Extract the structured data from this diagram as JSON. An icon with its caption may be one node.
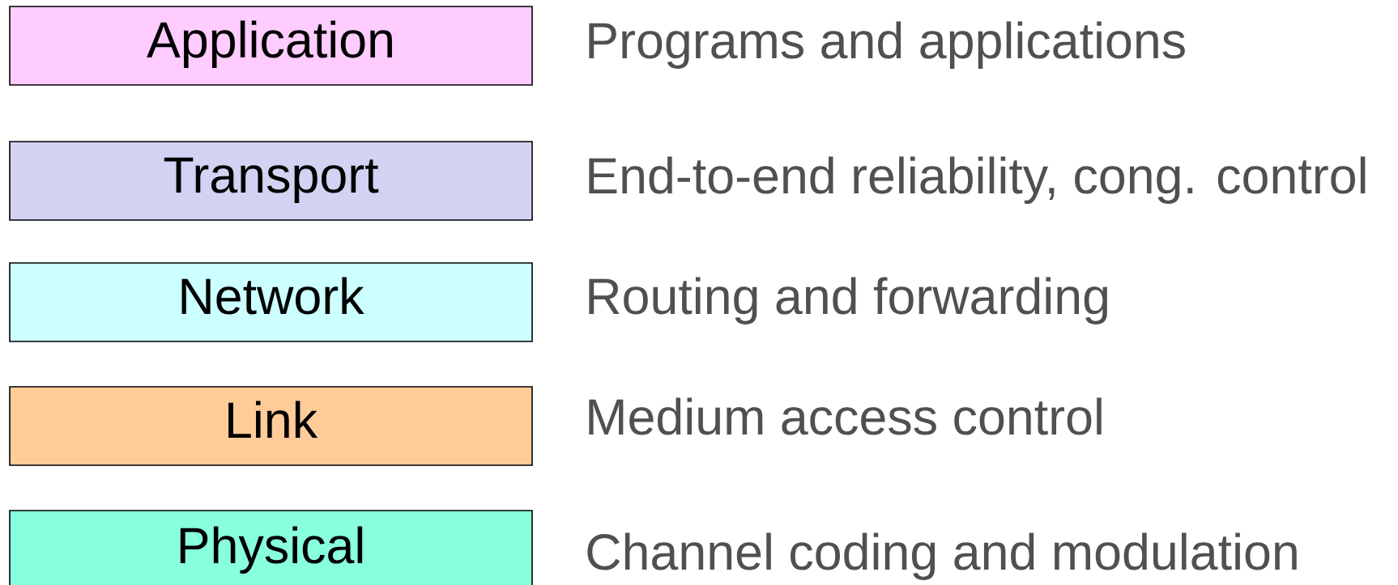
{
  "diagram": {
    "nodes": [
      {
        "text": [
          "Application"
        ],
        "beside": [
          "Programs and applications"
        ]
      },
      {
        "text": [
          "Transport"
        ],
        "beside": [
          "End-to-end reliability, cong. control"
        ]
      },
      {
        "text": [
          "Network"
        ],
        "beside": [
          "Routing and forwarding"
        ]
      },
      {
        "text": [
          "Link"
        ],
        "beside": [
          "Medium access control"
        ]
      },
      {
        "text": [
          "Physical"
        ],
        "beside": [
          "Channel coding and modulation"
        ]
      }
    ]
  }
}
